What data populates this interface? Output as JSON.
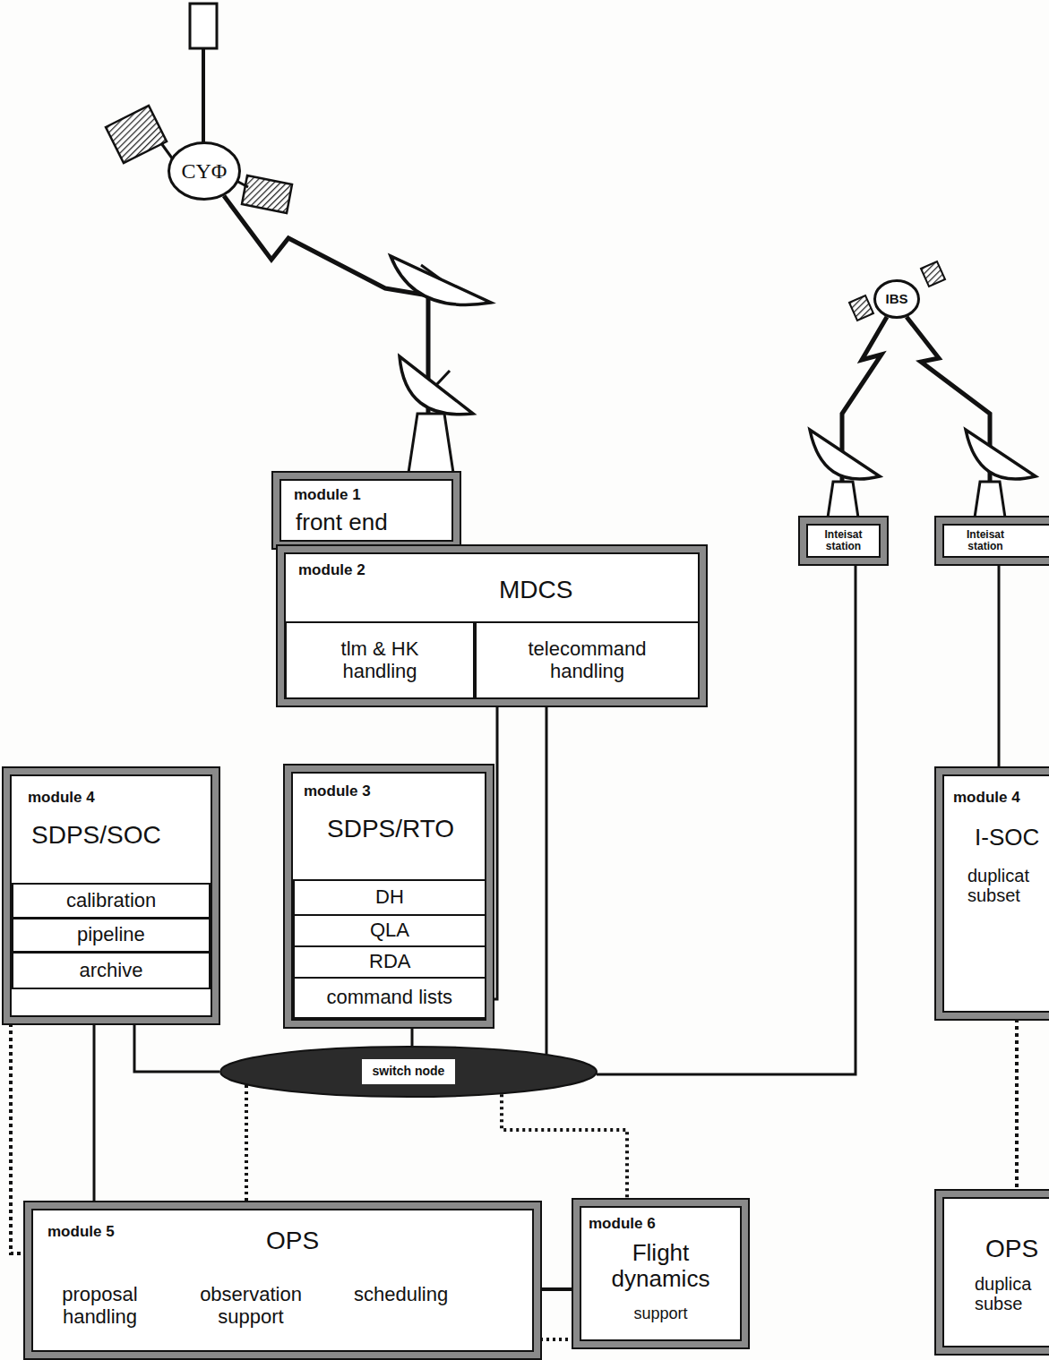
{
  "diagram": {
    "nodes": [
      {
        "text": [
          "CYΦ"
        ]
      },
      {
        "text": [
          "IBS"
        ]
      },
      {
        "text": [
          "Inteisat station"
        ]
      },
      {
        "text": [
          "Inteisat station"
        ]
      },
      {
        "text": [
          "module 1",
          "front end"
        ]
      },
      {
        "text": [
          "module 2",
          "MDCS"
        ]
      },
      {
        "text": [
          "tlm & HK handling"
        ],
        "in": 5
      },
      {
        "text": [
          "telecommand handling"
        ],
        "in": 5
      },
      {
        "text": [
          "module 4",
          "SDPS/SOC"
        ]
      },
      {
        "text": [
          "calibration"
        ],
        "in": 8
      },
      {
        "text": [
          "pipeline"
        ],
        "in": 8
      },
      {
        "text": [
          "archive"
        ],
        "in": 8
      },
      {
        "text": [
          "module 3",
          "SDPS/RTO"
        ]
      },
      {
        "text": [
          "DH"
        ],
        "in": 12
      },
      {
        "text": [
          "QLA"
        ],
        "in": 12
      },
      {
        "text": [
          "RDA"
        ],
        "in": 12
      },
      {
        "text": [
          "command lists"
        ],
        "in": 12
      },
      {
        "text": [
          "module 4",
          "I-SOC",
          "duplicat subset"
        ]
      },
      {
        "text": [
          "switch node"
        ]
      },
      {
        "text": [
          "module 5",
          "OPS",
          "proposal handling",
          "observation support",
          "scheduling"
        ]
      },
      {
        "text": [
          "module 6",
          "Flight dynamics",
          "support"
        ]
      },
      {
        "text": [
          "OPS",
          "duplica subse"
        ]
      }
    ],
    "edges": [
      {
        "from": 0,
        "to": 4,
        "arrow": "none"
      },
      {
        "from": 1,
        "to": 2,
        "arrow": "none"
      },
      {
        "from": 1,
        "to": 3,
        "arrow": "none"
      },
      {
        "from": 7,
        "to": 16,
        "arrow": "none"
      },
      {
        "from": 7,
        "to": 18,
        "arrow": "none"
      },
      {
        "from": 12,
        "to": 18,
        "arrow": "none"
      },
      {
        "from": 8,
        "to": 18,
        "arrow": "none"
      },
      {
        "from": 2,
        "to": 18,
        "arrow": "none"
      },
      {
        "from": 3,
        "to": 17,
        "arrow": "none"
      },
      {
        "from": 8,
        "to": 19,
        "arrow": "none"
      },
      {
        "from": 8,
        "to": 19,
        "arrow": "none"
      },
      {
        "from": 18,
        "to": 19,
        "arrow": "none"
      },
      {
        "from": 18,
        "to": 20,
        "arrow": "none"
      },
      {
        "from": 19,
        "to": 20,
        "arrow": "none"
      },
      {
        "from": 19,
        "to": 20,
        "arrow": "none"
      },
      {
        "from": 17,
        "to": 21,
        "arrow": "none"
      }
    ]
  }
}
